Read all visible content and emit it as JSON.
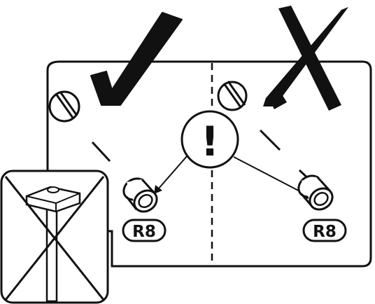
{
  "diagram": {
    "left_panel": {
      "verdict": "correct",
      "mark": "check-mark",
      "fitting_label": "R8"
    },
    "right_panel": {
      "verdict": "incorrect",
      "mark": "x-mark",
      "fitting_label": "R8"
    },
    "center_warning": {
      "symbol": "!"
    },
    "inset": {
      "subject": "hammer",
      "verdict": "prohibited"
    }
  },
  "colors": {
    "ink": "#111111",
    "background": "#ffffff"
  }
}
